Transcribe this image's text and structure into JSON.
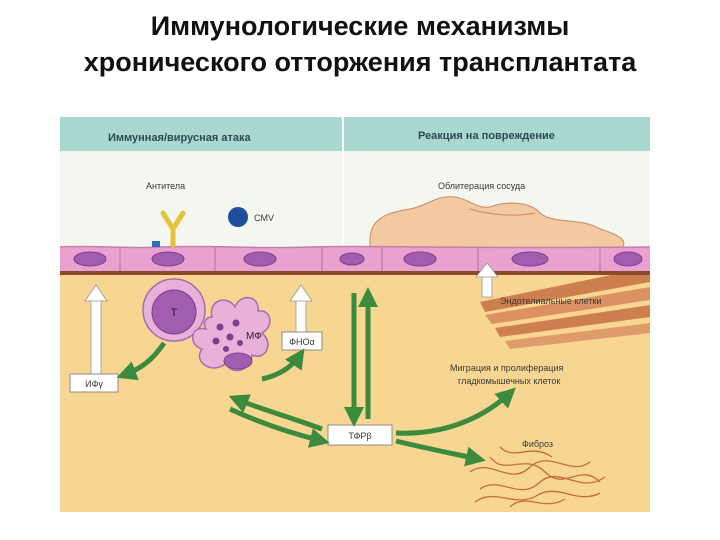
{
  "title": {
    "line1": "Иммунологические механизмы",
    "line2": "хронического отторжения трансплантата"
  },
  "diagram": {
    "header_left": "Иммунная/вирусная атака",
    "header_right": "Реакция на повреждение",
    "labels": {
      "antibody": "Антитела",
      "cmv": "CMV",
      "obliteration": "Облитерация сосуда",
      "endothelial": "Эндотелиальные клетки",
      "t_cell": "Т",
      "macrophage": "МФ",
      "tnf": "ФНОα",
      "ifn": "ИФγ",
      "migration_line1": "Миграция и пролиферация",
      "migration_line2": "гладкомышечных клеток",
      "tgf": "ТФРβ",
      "fibrosis": "Фиброз"
    },
    "colors": {
      "header_band": "#a8d8d0",
      "tissue": "#f6d690",
      "endothelium": "#e9a2cf",
      "nucleus": "#a25db0",
      "basement": "#8a4a2c",
      "arrow": "#3b8a3e",
      "smooth_muscle": "#c9764a",
      "cmv": "#1f4e9c",
      "antibody": "#e7c13a"
    }
  }
}
